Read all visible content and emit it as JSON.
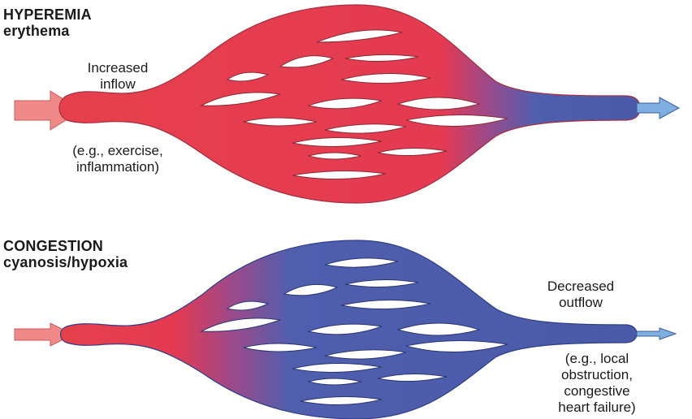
{
  "hyperemia": {
    "title": "HYPEREMIA",
    "subtitle": "erythema",
    "flow_label_line1": "Increased",
    "flow_label_line2": "inflow",
    "example_line1": "(e.g., exercise,",
    "example_line2": "inflammation)"
  },
  "congestion": {
    "title": "CONGESTION",
    "subtitle": "cyanosis/hypoxia",
    "flow_label_line1": "Decreased",
    "flow_label_line2": "outflow",
    "example_line1": "(e.g., local",
    "example_line2": "obstruction,",
    "example_line3": "congestive",
    "example_line4": "heart failure)"
  },
  "colors": {
    "arterial_red": "#e8434f",
    "venous_blue": "#4f5fae",
    "arrow_red": "#f08a88",
    "arrow_blue": "#7faee0"
  }
}
